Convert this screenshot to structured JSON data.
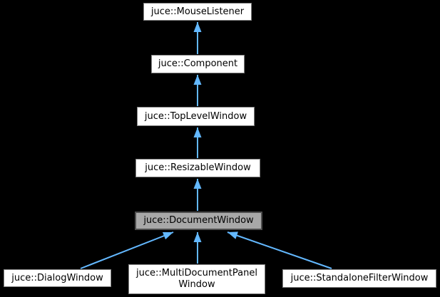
{
  "diagram": {
    "type": "inheritance-diagram",
    "nodes": [
      {
        "id": "mouse-listener",
        "label": "juce::MouseListener",
        "highlighted": false
      },
      {
        "id": "component",
        "label": "juce::Component",
        "highlighted": false
      },
      {
        "id": "top-level-window",
        "label": "juce::TopLevelWindow",
        "highlighted": false
      },
      {
        "id": "resizable-window",
        "label": "juce::ResizableWindow",
        "highlighted": false
      },
      {
        "id": "document-window",
        "label": "juce::DocumentWindow",
        "highlighted": true
      },
      {
        "id": "dialog-window",
        "label": "juce::DialogWindow",
        "highlighted": false
      },
      {
        "id": "multi-document-panel",
        "label": "juce::MultiDocumentPanel\nWindow",
        "highlighted": false
      },
      {
        "id": "standalone-filter-window",
        "label": "juce::StandaloneFilterWindow",
        "highlighted": false
      }
    ],
    "edges": [
      {
        "from": "component",
        "to": "mouse-listener"
      },
      {
        "from": "top-level-window",
        "to": "component"
      },
      {
        "from": "resizable-window",
        "to": "top-level-window"
      },
      {
        "from": "document-window",
        "to": "resizable-window"
      },
      {
        "from": "dialog-window",
        "to": "document-window"
      },
      {
        "from": "multi-document-panel",
        "to": "document-window"
      },
      {
        "from": "standalone-filter-window",
        "to": "document-window"
      }
    ]
  },
  "colors": {
    "background": "#000000",
    "box_fill": "#ffffff",
    "box_border": "#808080",
    "highlight_fill": "#a8a8a8",
    "highlight_border": "#4e4e4e",
    "arrow": "#63b8ff",
    "text": "#000000"
  }
}
